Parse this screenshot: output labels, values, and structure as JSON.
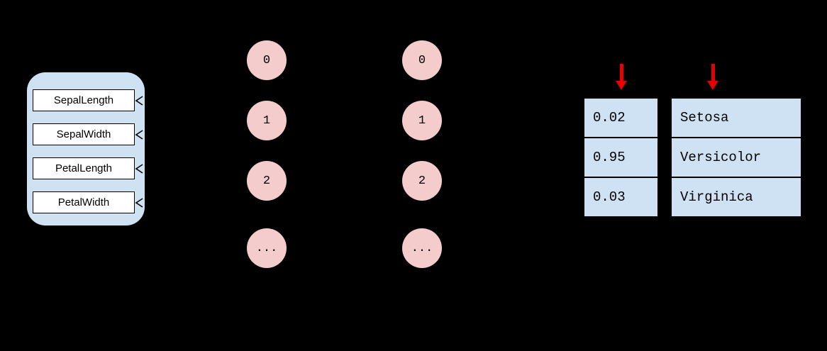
{
  "diagram": {
    "colors": {
      "background": "#000000",
      "panel_fill": "#cfe2f3",
      "box_fill": "#ffffff",
      "node_fill": "#f4cccc",
      "cell_fill": "#cfe2f3",
      "line_color": "#000000",
      "text_color": "#000000",
      "arrow_red": "#e60000"
    },
    "input_features": [
      "SepalLength",
      "SepalWidth",
      "PetalLength",
      "PetalWidth"
    ],
    "hidden_layers": [
      {
        "nodes": [
          "0",
          "1",
          "2",
          "..."
        ]
      },
      {
        "nodes": [
          "0",
          "1",
          "2",
          "..."
        ]
      }
    ],
    "probability_table": {
      "rows": [
        "0.02",
        "0.95",
        "0.03"
      ]
    },
    "class_table": {
      "rows": [
        "Setosa",
        "Versicolor",
        "Virginica"
      ]
    }
  }
}
